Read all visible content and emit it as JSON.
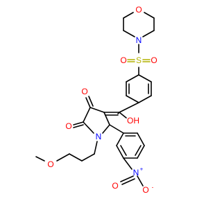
{
  "colors": {
    "bond": "#000000",
    "O": "#ff0000",
    "N": "#0000ff",
    "S": "#b2b200",
    "background": "#ffffff"
  },
  "atoms": {
    "morpholine_O": "O",
    "morpholine_N": "N",
    "sulfonyl_S": "S",
    "sulfonyl_O1": "O",
    "sulfonyl_O2": "O",
    "hydroxyl": "OH",
    "ketone_O": "O",
    "amide_O": "O",
    "ring_N": "N",
    "ether_O": "O",
    "nitro_N": "N",
    "nitro_plus": "+",
    "nitro_O_minus": "O",
    "nitro_minus": "-",
    "nitro_O": "O"
  }
}
